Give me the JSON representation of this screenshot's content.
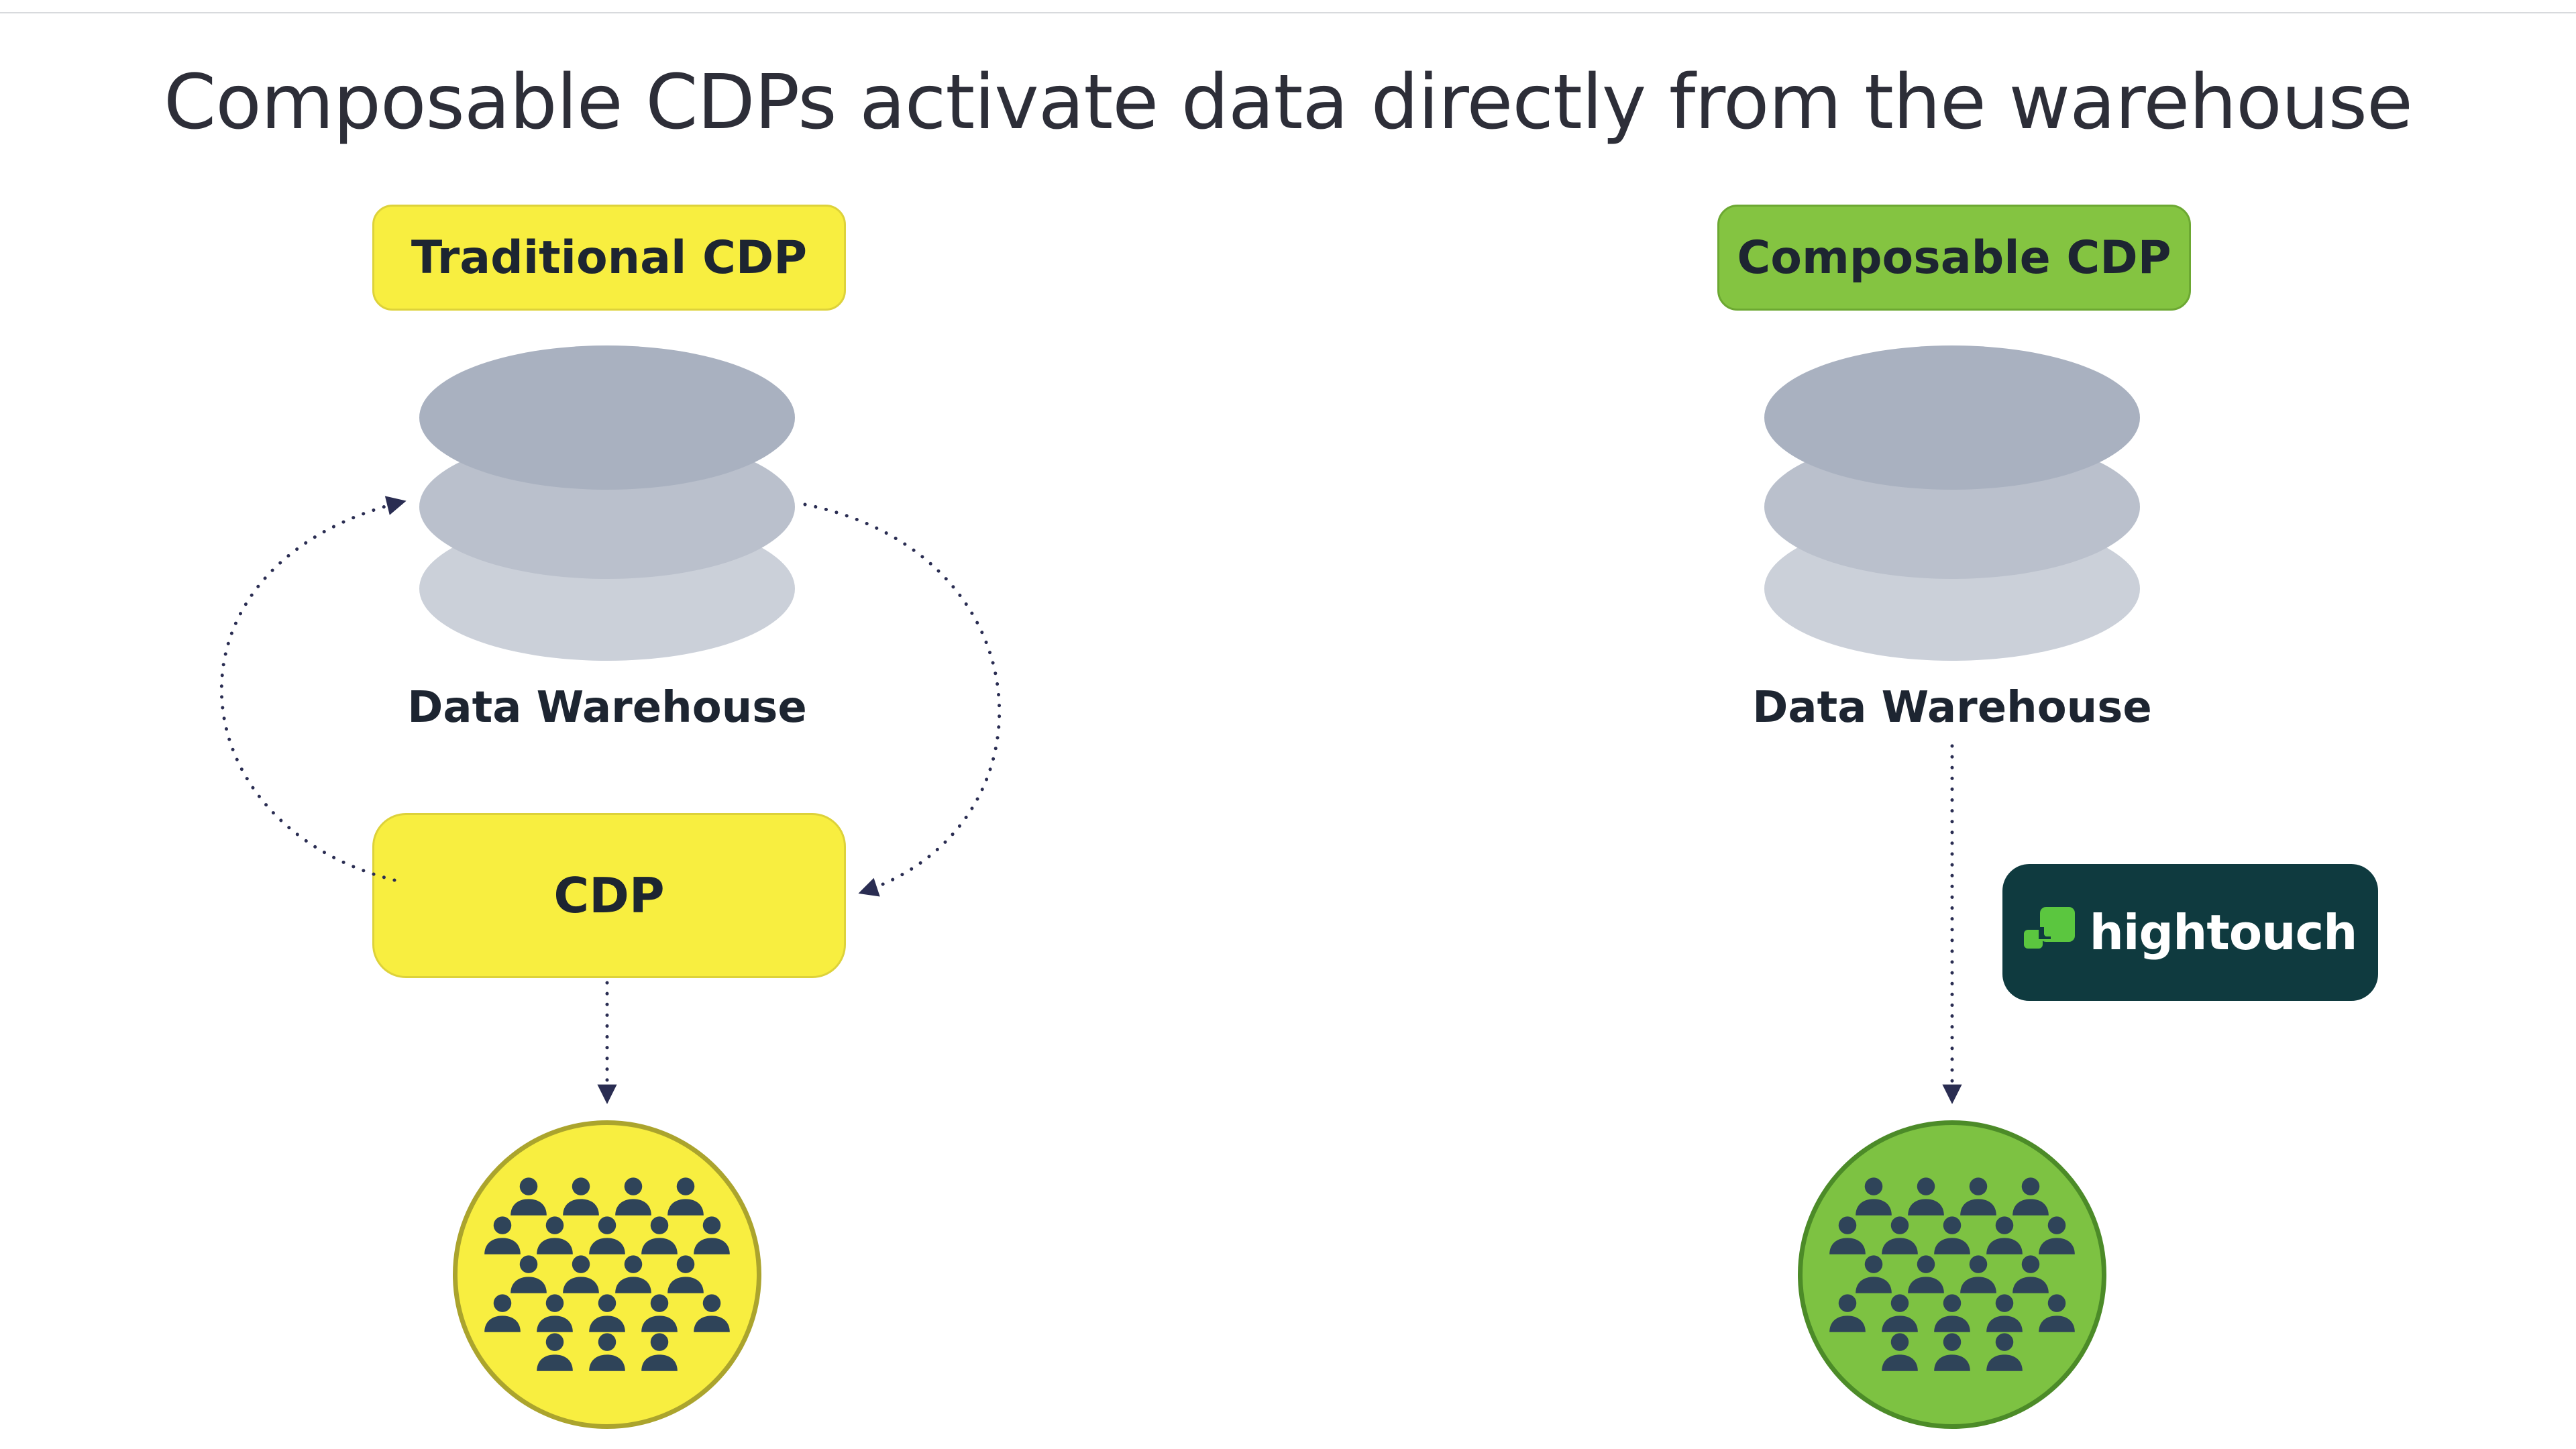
{
  "title": "Composable CDPs activate data directly from the warehouse",
  "left_panel": {
    "badge_label": "Traditional CDP",
    "warehouse_label": "Data Warehouse",
    "cdp_box_label": "CDP"
  },
  "right_panel": {
    "badge_label": "Composable CDP",
    "warehouse_label": "Data Warehouse",
    "hightouch_logo_text": "hightouch"
  },
  "crowd": {
    "rows": [
      4,
      5,
      4,
      5,
      3
    ]
  },
  "colors": {
    "traditional_yellow": "#F8EE40",
    "composable_green": "#84C441",
    "audience_green": "#7DC242",
    "hightouch_teal": "#0F3A3F",
    "hightouch_green": "#5BC63F",
    "arrow_navy": "#2A2D52",
    "person_dark": "#2F4459",
    "cylinder_top": "#A9B1C0",
    "cylinder_middle": "#BAC0CC",
    "cylinder_bottom": "#CBD0D9",
    "text_dark": "#1d2531"
  }
}
